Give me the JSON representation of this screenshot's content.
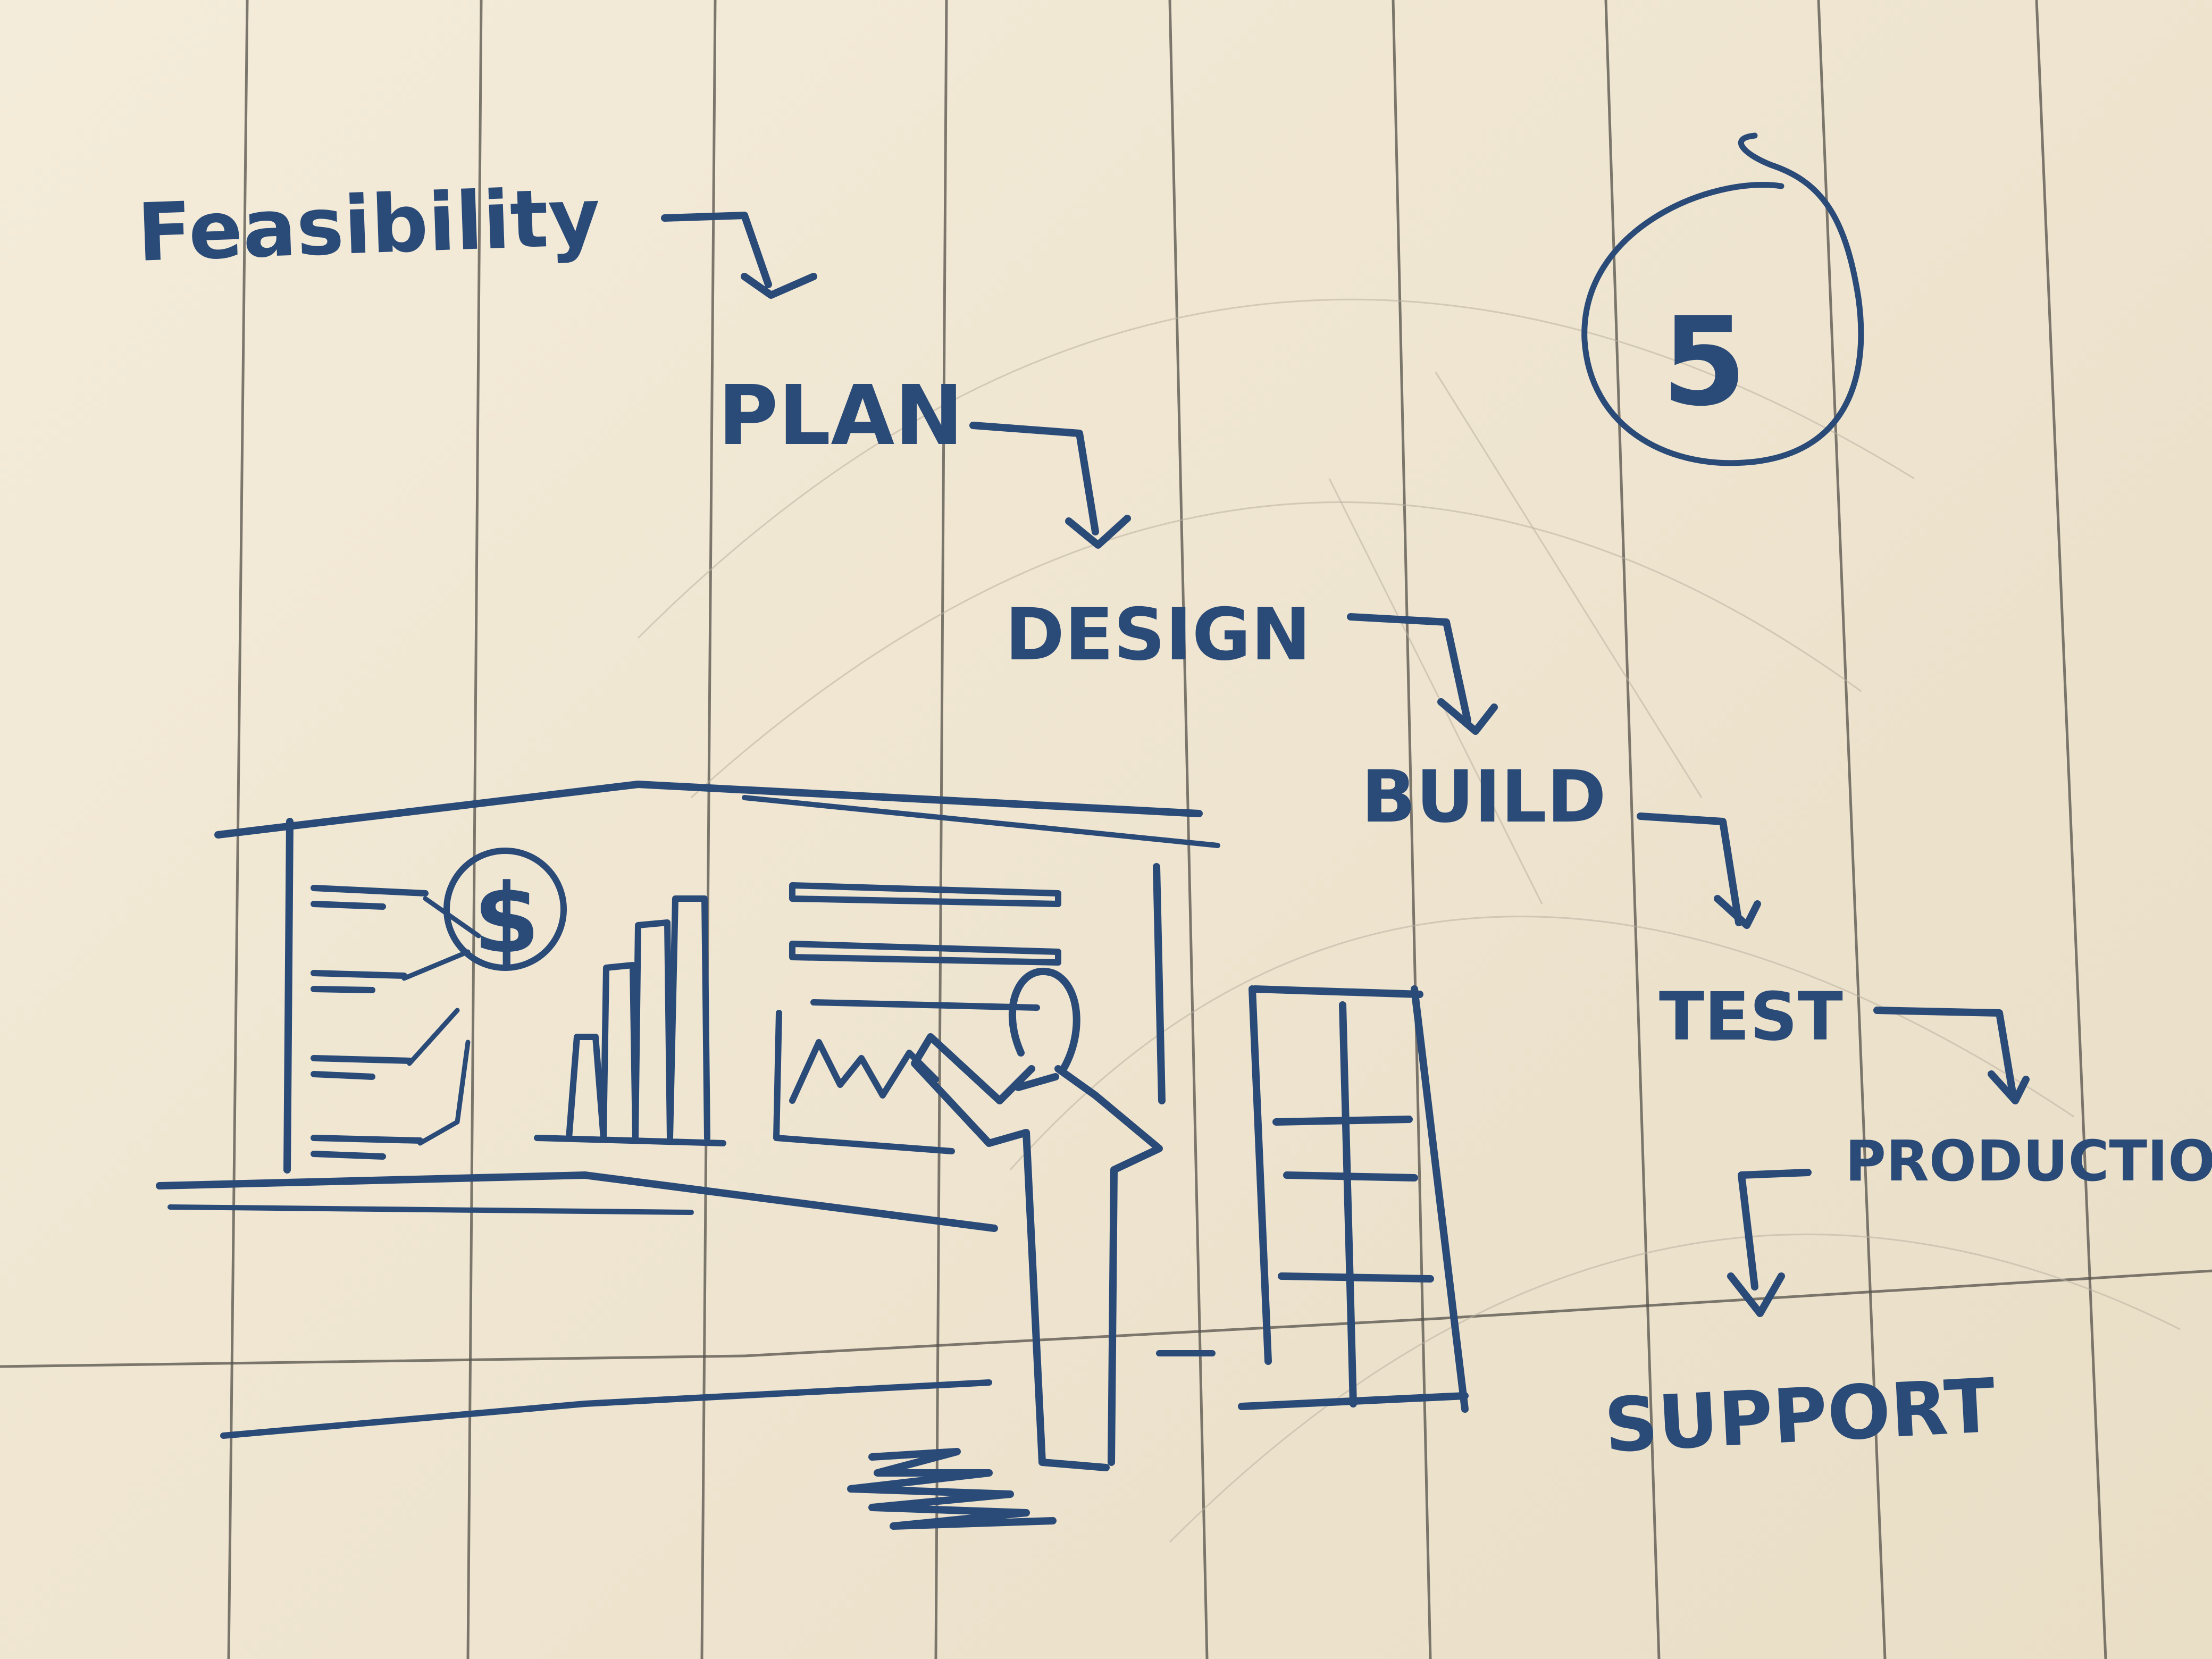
{
  "flow": {
    "steps": [
      {
        "id": "feasibility",
        "label": "Feasibility"
      },
      {
        "id": "plan",
        "label": "PLAN"
      },
      {
        "id": "design",
        "label": "DESIGN"
      },
      {
        "id": "build",
        "label": "BUILD"
      },
      {
        "id": "test",
        "label": "TEST"
      },
      {
        "id": "production",
        "label": "PRODUCTION"
      },
      {
        "id": "support",
        "label": "SUPPORT"
      }
    ]
  },
  "badge": {
    "number": "5"
  },
  "sketch": {
    "board_icons": [
      "dollar-coin-icon",
      "bar-chart-icon",
      "line-chart-icon",
      "text-lines-icon"
    ],
    "figure": "presenter-figure",
    "furniture": "shelf-ladder"
  },
  "colors": {
    "paper": "#efe6d3",
    "ink": "#2a4a78",
    "rule": "#54504a"
  }
}
